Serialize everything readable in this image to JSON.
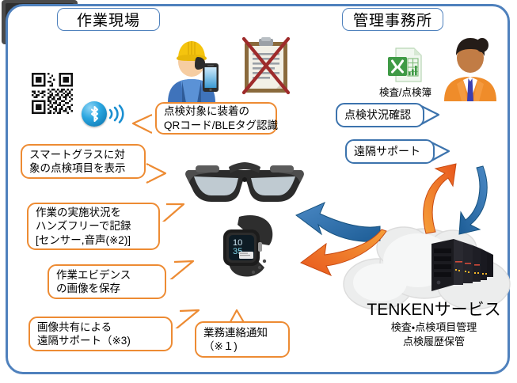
{
  "diagram": {
    "sections": {
      "work_site": "作業現場",
      "management_office": "管理事務所"
    },
    "callouts_left": [
      {
        "id": "qr-ble",
        "lines": [
          "点検対象に装着の",
          "QRコード/BLEタグ認識"
        ]
      },
      {
        "id": "glass-display",
        "lines": [
          "スマートグラスに対",
          "象の点検項目を表示"
        ]
      },
      {
        "id": "hands-free-record",
        "lines": [
          "作業の実施状況を",
          "ハンズフリーで記録",
          "[センサー,音声(※2)]"
        ]
      },
      {
        "id": "evidence-image",
        "lines": [
          "作業エビデンス",
          "の画像を保存"
        ]
      },
      {
        "id": "image-share-support",
        "lines": [
          "画像共有による",
          "遠隔サポート（※3)"
        ]
      },
      {
        "id": "business-notification",
        "lines": [
          "業務連絡通知",
          "（※１)"
        ]
      }
    ],
    "callouts_right": [
      {
        "id": "inspection-status",
        "lines": [
          "点検状況確認"
        ]
      },
      {
        "id": "remote-support",
        "lines": [
          "遠隔サポート"
        ]
      }
    ],
    "icons": {
      "excel_label": "検査/点検簿",
      "qr_code": "qr-code-icon",
      "bluetooth": "bluetooth-icon",
      "worker": "worker-person-icon",
      "officer": "office-person-icon",
      "monitor": "monitor-icon",
      "clipboard_crossed": "clipboard-crossed-out-icon",
      "smart_glasses": "smart-glasses-icon",
      "smart_watch": "smart-watch-icon",
      "cloud": "cloud-icon",
      "servers": "server-rack-icon"
    },
    "watch_time": {
      "hour": "10",
      "minute": "35"
    },
    "cloud": {
      "title": "TENKENサービス",
      "sub1": "検査・点検項目管理",
      "sub2": "点検履歴保管"
    },
    "colors": {
      "frame_blue": "#4f81bd",
      "callout_orange": "#ed8b33",
      "callout_blue": "#3c73ad",
      "arrow_blue": "#2f6fa8",
      "arrow_orange": "#ef7f23",
      "excel_green": "#3f9a46",
      "helmet_yellow": "#f2c60f",
      "worker_blue": "#3d6fb5",
      "officer_orange": "#ef8c2a",
      "cross_red": "#9e2b2b"
    }
  }
}
